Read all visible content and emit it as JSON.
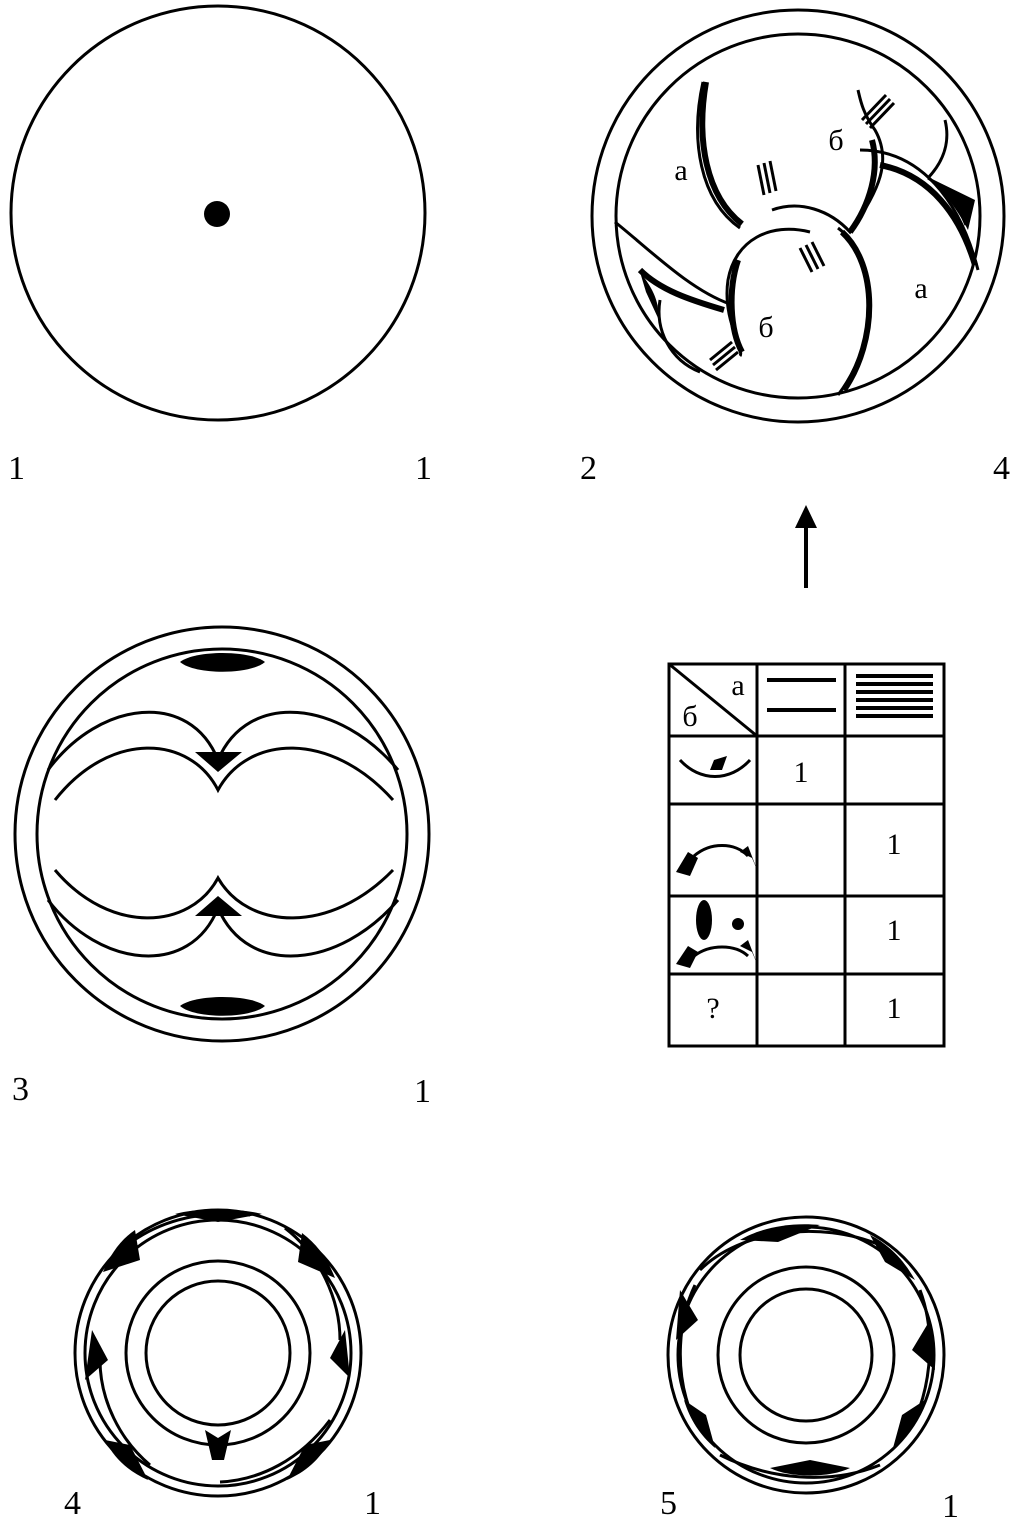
{
  "figures": [
    {
      "id": "1",
      "label": "1",
      "count": "1"
    },
    {
      "id": "2",
      "label": "2",
      "count": "4",
      "annotations": {
        "a1": "а",
        "a2": "а",
        "b1": "б",
        "b2": "б"
      }
    },
    {
      "id": "3",
      "label": "3",
      "count": "1"
    },
    {
      "id": "4",
      "label": "4",
      "count": "1"
    },
    {
      "id": "5",
      "label": "5",
      "count": "1"
    }
  ],
  "legend_table": {
    "corner_a": "а",
    "corner_b": "б",
    "rows": [
      {
        "cells": [
          "1",
          ""
        ]
      },
      {
        "cells": [
          "",
          "1"
        ]
      },
      {
        "cells": [
          "",
          "1"
        ]
      },
      {
        "question": "?",
        "cells": [
          "",
          "1"
        ]
      }
    ]
  },
  "icons": [
    "arrow-up-icon"
  ]
}
